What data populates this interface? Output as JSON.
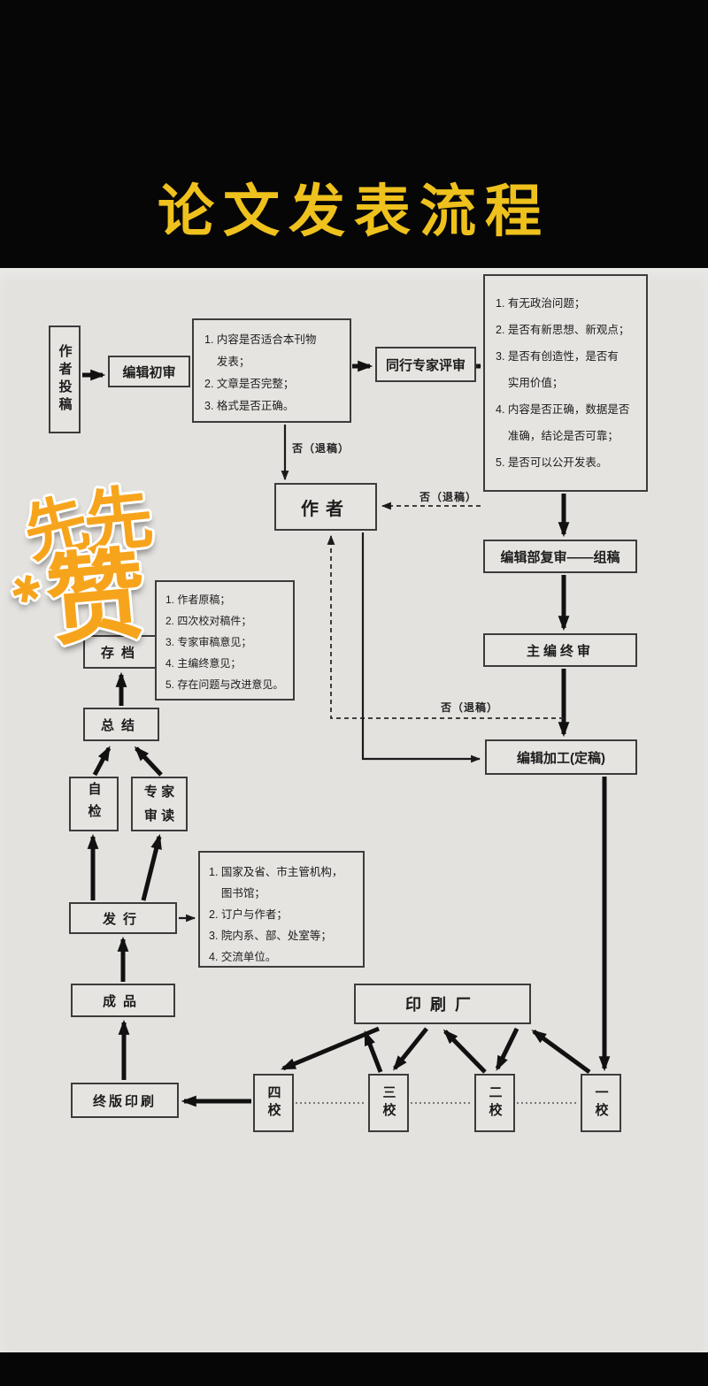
{
  "title": "论文发表流程",
  "labels": {
    "no_return": "否（退稿）"
  },
  "nodes": {
    "author_submit": "作者投稿",
    "editor_initial": "编辑初审",
    "peer_review": "同行专家评审",
    "author": "作者",
    "re_review": "编辑部复审——组稿",
    "chief_final": "主编终审",
    "editing_final": "编辑加工(定稿)",
    "archive": "存档",
    "summary": "总结",
    "self_check": "自检",
    "expert_read_l1": "专 家",
    "expert_read_l2": "审 读",
    "distribution": "发行",
    "finished": "成品",
    "final_print": "终版印刷",
    "print_factory": "印刷厂",
    "proof1": "一校",
    "proof2": "二校",
    "proof3": "三校",
    "proof4": "四校"
  },
  "lists": {
    "initial_criteria": [
      "1. 内容是否适合本刊物",
      "    发表；",
      "2. 文章是否完整；",
      "3. 格式是否正确。"
    ],
    "review_criteria": [
      "1. 有无政治问题；",
      "2. 是否有新思想、新观点；",
      "3. 是否有创造性，是否有",
      "    实用价值；",
      "4. 内容是否正确，数据是否",
      "    准确，结论是否可靠；",
      "5. 是否可以公开发表。"
    ],
    "archive_items": [
      "1. 作者原稿；",
      "2. 四次校对稿件；",
      "3. 专家审稿意见；",
      "4. 主编终意见；",
      "5. 存在问题与改进意见。"
    ],
    "distribution_targets": [
      "1. 国家及省、市主管机构，",
      "    图书馆；",
      "2. 订户与作者；",
      "3. 院内系、部、处室等；",
      "4. 交流单位。"
    ]
  },
  "sticker": {
    "char1": "先",
    "char2": "先",
    "char3": "赞",
    "star": "✱"
  },
  "colors": {
    "title": "#eec11d",
    "bg": "#060606",
    "chart_bg": "#e4e2df",
    "accent": "#f7a41d"
  }
}
